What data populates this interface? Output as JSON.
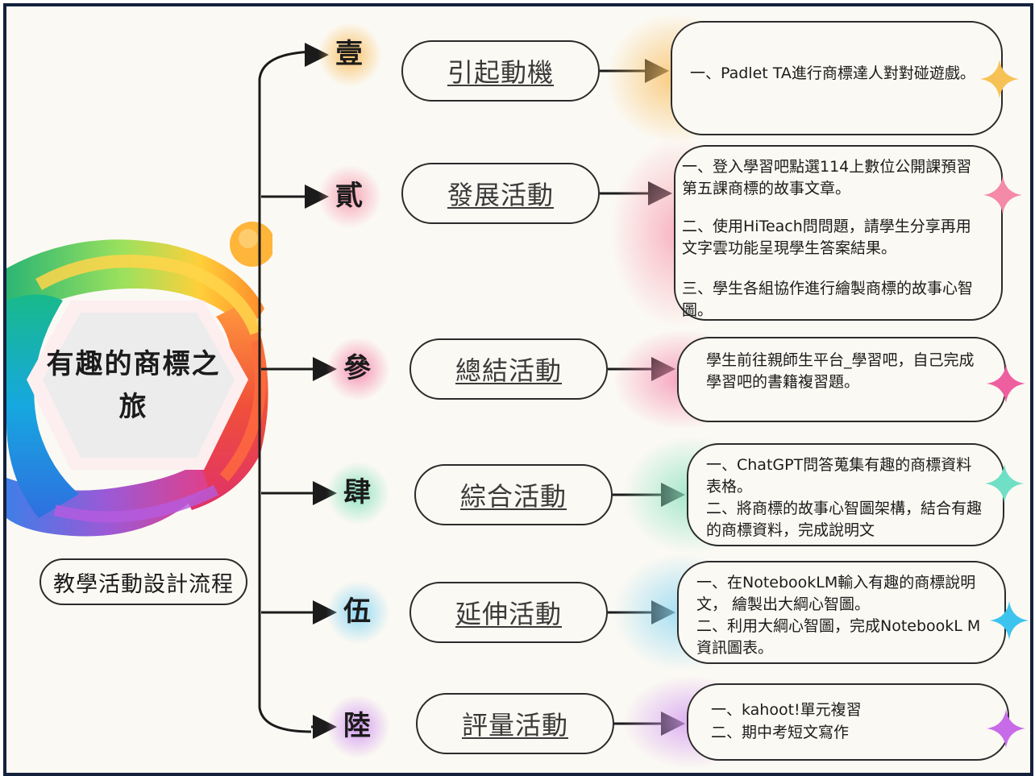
{
  "title": "有趣的商標之旅",
  "caption": "教學活動設計流程",
  "stages": [
    {
      "num": "壹",
      "name": "引起動機",
      "color": "#f9c064",
      "spark_color": "#f7c255",
      "details": [
        "一、Padlet TA進行商標達人對對碰遊戲。"
      ]
    },
    {
      "num": "貳",
      "name": "發展活動",
      "color": "#f7a3b5",
      "spark_color": "#f48aa8",
      "details": [
        "一、登入學習吧點選114上數位公開課預習 第五課商標的故事文章。",
        "二、使用HiTeach問問題，請學生分享再用文字雲功能呈現學生答案結果。",
        "三、學生各組協作進行繪製商標的故事心智圖。"
      ]
    },
    {
      "num": "參",
      "name": "總結活動",
      "color": "#f58fb2",
      "spark_color": "#ee5fa0",
      "details": [
        "學生前往親師生平台_學習吧，自己完成學習吧的書籍複習題。"
      ]
    },
    {
      "num": "肆",
      "name": "綜合活動",
      "color": "#8fe3c2",
      "spark_color": "#6fe0c6",
      "details": [
        "一、ChatGPT問答蒐集有趣的商標資料表格。",
        "二、將商標的故事心智圖架構，結合有趣的商標資料，完成說明文"
      ]
    },
    {
      "num": "伍",
      "name": "延伸活動",
      "color": "#8fd8f3",
      "spark_color": "#3cc4ee",
      "details": [
        "一、在NotebookLM輸入有趣的商標說明文， 繪製出大綱心智圖。",
        "二、利用大綱心智圖，完成NotebookL M資訊圖表。"
      ]
    },
    {
      "num": "陸",
      "name": "評量活動",
      "color": "#d49cf0",
      "spark_color": "#c86be8",
      "details": [
        "一、kahoot!單元複習",
        "二、期中考短文寫作"
      ]
    }
  ]
}
